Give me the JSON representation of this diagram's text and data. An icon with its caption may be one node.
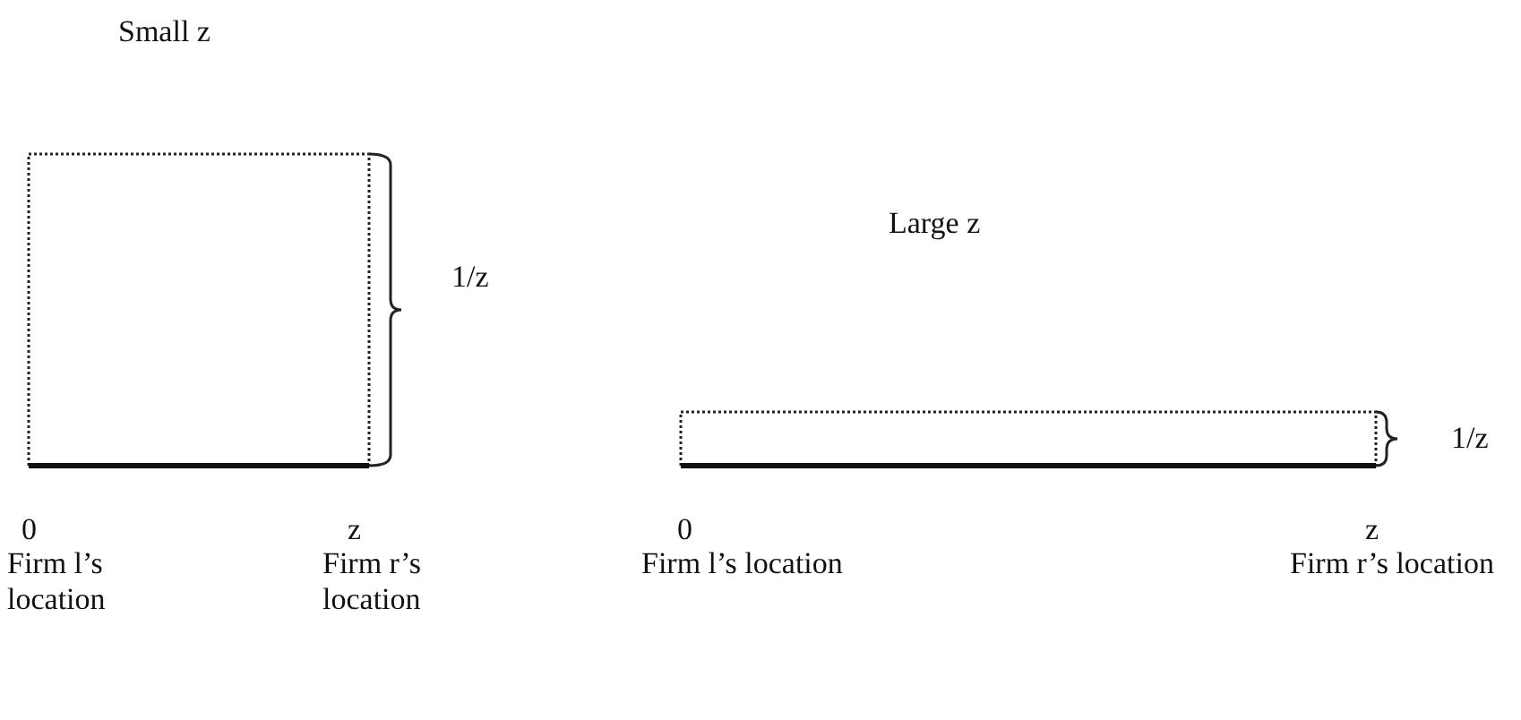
{
  "diagram": {
    "labels": [
      "Small z",
      "1/z",
      "0",
      "z",
      "Firm l’s location",
      "Firm r’s location",
      "Large z",
      "1/z",
      "0",
      "z",
      "Firm l’s location",
      "Firm r’s location"
    ]
  }
}
